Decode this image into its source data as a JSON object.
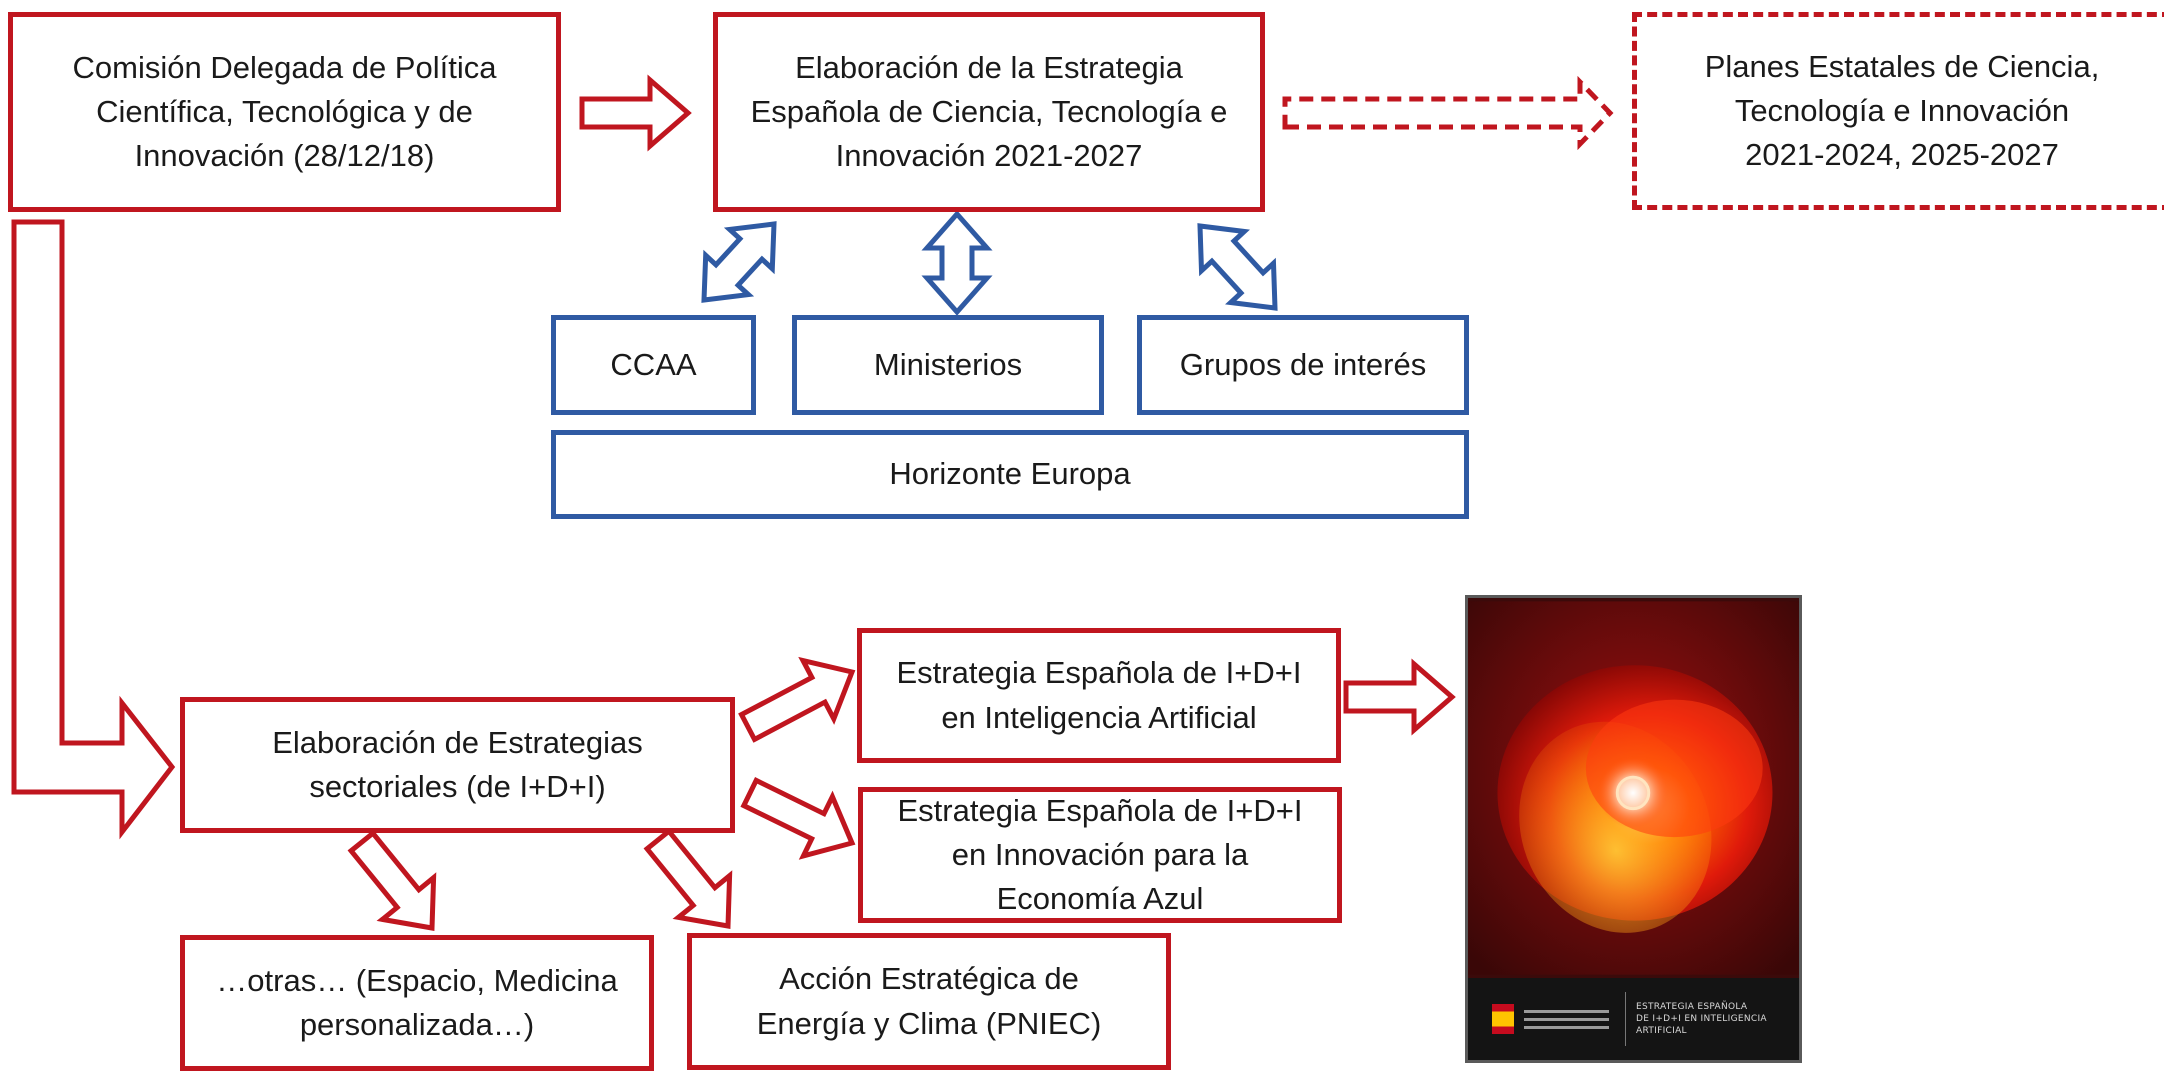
{
  "boxes": {
    "comision": "Comisión Delegada de Política\nCientífica, Tecnológica y de\nInnovación (28/12/18)",
    "elaboracion_estrategia": "Elaboración de la Estrategia\nEspañola de Ciencia, Tecnología e\nInnovación 2021-2027",
    "planes": "Planes Estatales de Ciencia,\nTecnología e Innovación\n2021-2024, 2025-2027",
    "ccaa": "CCAA",
    "ministerios": "Ministerios",
    "grupos": "Grupos de interés",
    "horizonte": "Horizonte Europa",
    "sectoriales": "Elaboración de Estrategias\nsectoriales (de I+D+I)",
    "ia": "Estrategia Española de I+D+I\nen Inteligencia Artificial",
    "economia_azul": "Estrategia Española de I+D+I\nen Innovación para la\nEconomía Azul",
    "otras": "…otras… (Espacio, Medicina\npersonalizada…)",
    "accion": "Acción Estratégica de\nEnergía y Clima (PNIEC)"
  },
  "cover": {
    "title": "ESTRATEGIA ESPAÑOLA\nDE I+D+I EN INTELIGENCIA\nARTIFICIAL"
  },
  "colors": {
    "red": "#c0161f",
    "blue": "#2f5aa3"
  }
}
